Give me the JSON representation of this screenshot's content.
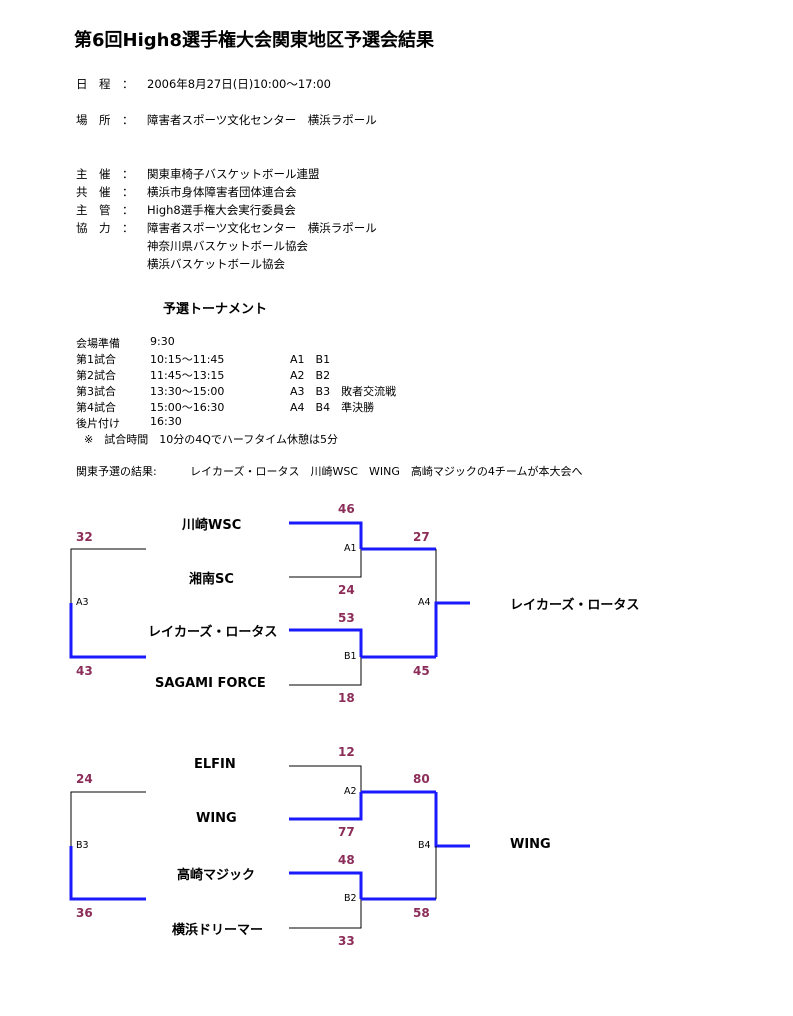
{
  "title": "第6回High8選手権大会関東地区予選会結果",
  "info": {
    "date_label": "日　程　：",
    "date_value": "2006年8月27日(日)10:00～17:00",
    "venue_label": "場　所　：",
    "venue_value": "障害者スポーツ文化センター　横浜ラポール",
    "host_label": "主　催　：",
    "host_value": "関東車椅子バスケットボール連盟",
    "cohost_label": "共　催　：",
    "cohost_value": "横浜市身体障害者団体連合会",
    "manage_label": "主　管　：",
    "manage_value": "High8選手権大会実行委員会",
    "coop_label": "協　力　：",
    "coop_values": [
      "障害者スポーツ文化センター　横浜ラポール",
      "神奈川県バスケットボール協会",
      "横浜バスケットボール協会"
    ]
  },
  "tournament_title": "予選トーナメント",
  "schedule": [
    {
      "name": "会場準備",
      "time": "9:30",
      "games": ""
    },
    {
      "name": "第1試合",
      "time": "10:15～11:45",
      "games": "A1　B1"
    },
    {
      "name": "第2試合",
      "time": "11:45～13:15",
      "games": "A2　B2"
    },
    {
      "name": "第3試合",
      "time": "13:30～15:00",
      "games": "A3　B3　敗者交流戦"
    },
    {
      "name": "第4試合",
      "time": "15:00～16:30",
      "games": "A4　B4　準決勝"
    },
    {
      "name": "後片付け",
      "time": "16:30",
      "games": ""
    }
  ],
  "note": "※　試合時間　10分の4Qでハーフタイム休憩は5分",
  "result_label": "関東予選の結果:",
  "result_value": "レイカーズ・ロータス　川崎WSC　WING　高崎マジックの4チームが本大会へ",
  "bracket_a": {
    "teams": [
      "川崎WSC",
      "湘南SC",
      "レイカーズ・ロータス",
      "SAGAMI FORCE"
    ],
    "games": {
      "a1": "A1",
      "b1": "B1",
      "a3": "A3",
      "a4": "A4"
    },
    "scores": {
      "a1_top": "46",
      "a1_bottom": "24",
      "b1_top": "53",
      "b1_bottom": "18",
      "a4_top": "27",
      "a4_bottom": "45",
      "a3_top": "32",
      "a3_bottom": "43"
    },
    "winner": "レイカーズ・ロータス"
  },
  "bracket_b": {
    "teams": [
      "ELFIN",
      "WING",
      "高崎マジック",
      "横浜ドリーマー"
    ],
    "games": {
      "a2": "A2",
      "b2": "B2",
      "b3": "B3",
      "b4": "B4"
    },
    "scores": {
      "a2_top": "12",
      "a2_bottom": "77",
      "b2_top": "48",
      "b2_bottom": "33",
      "b4_top": "80",
      "b4_bottom": "58",
      "b3_top": "24",
      "b3_bottom": "36"
    },
    "winner": "WING"
  },
  "colors": {
    "win_line": "#1a1aff",
    "score": "#8b2d58"
  }
}
